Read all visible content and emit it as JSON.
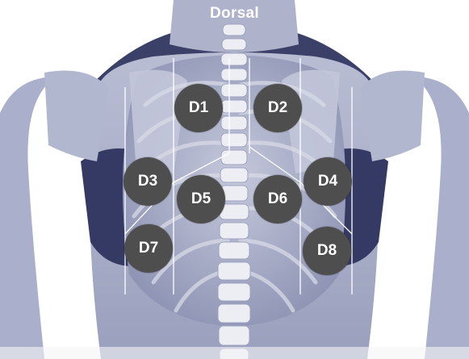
{
  "title": "Dorsal",
  "zones": [
    {
      "id": "d1",
      "label": "D1"
    },
    {
      "id": "d2",
      "label": "D2"
    },
    {
      "id": "d3",
      "label": "D3"
    },
    {
      "id": "d4",
      "label": "D4"
    },
    {
      "id": "d5",
      "label": "D5"
    },
    {
      "id": "d6",
      "label": "D6"
    },
    {
      "id": "d7",
      "label": "D7"
    },
    {
      "id": "d8",
      "label": "D8"
    }
  ],
  "colors": {
    "skin": "#a9aec8",
    "shadow": "#3a3f66",
    "bone": "#e3e4ea",
    "marker": "#4e4e4e",
    "line": "#ffffff"
  }
}
